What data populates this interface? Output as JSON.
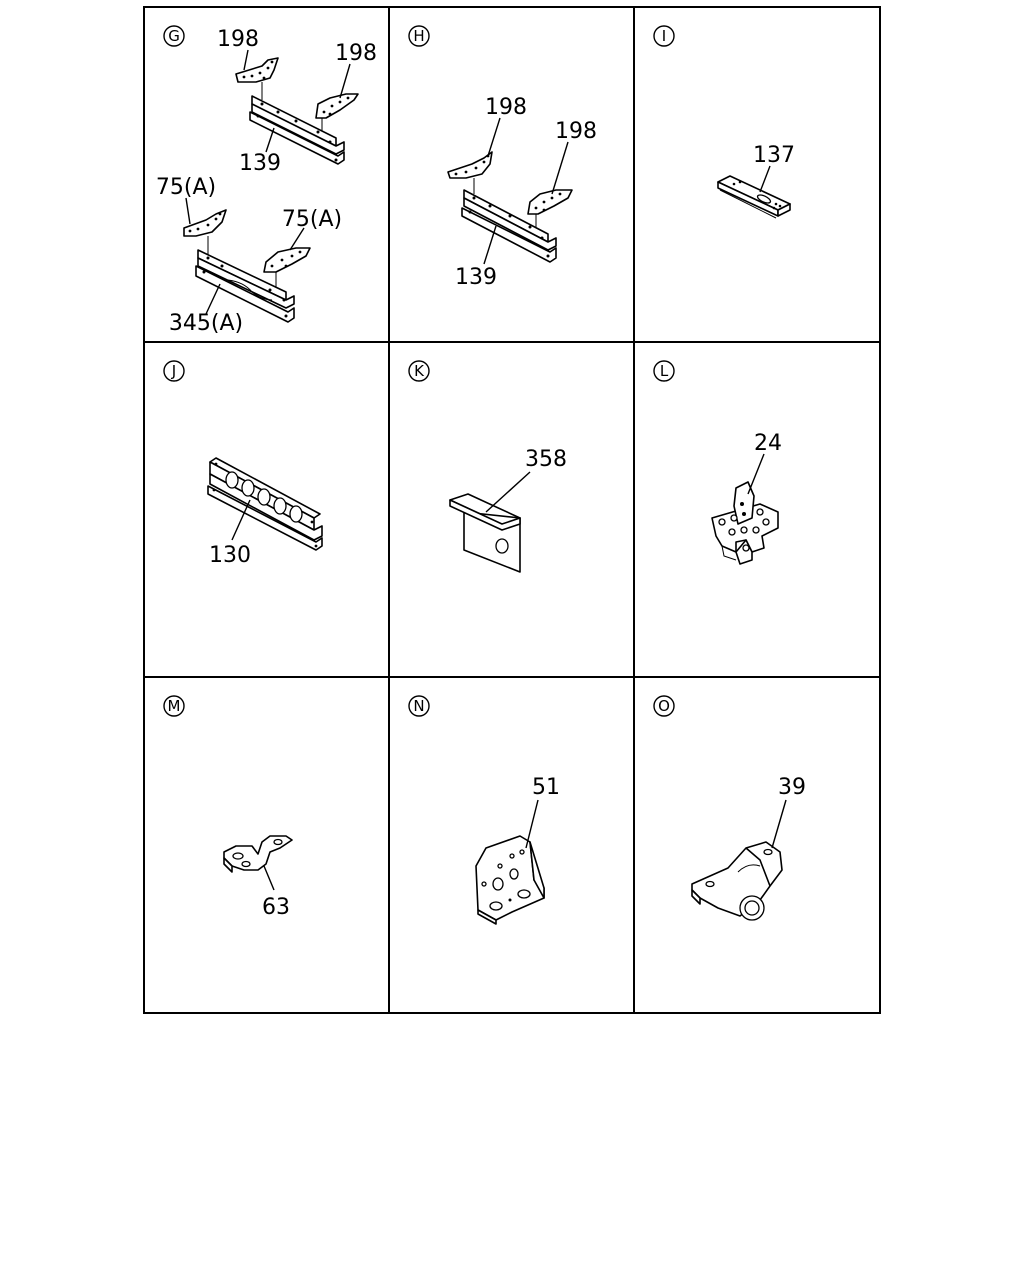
{
  "panels": [
    {
      "id": "G",
      "labels": [
        "198",
        "198",
        "139",
        "75(A)",
        "75(A)",
        "345(A)"
      ]
    },
    {
      "id": "H",
      "labels": [
        "198",
        "198",
        "139"
      ]
    },
    {
      "id": "I",
      "labels": [
        "137"
      ]
    },
    {
      "id": "J",
      "labels": [
        "130"
      ]
    },
    {
      "id": "K",
      "labels": [
        "358"
      ]
    },
    {
      "id": "L",
      "labels": [
        "24"
      ]
    },
    {
      "id": "M",
      "labels": [
        "63"
      ]
    },
    {
      "id": "N",
      "labels": [
        "51"
      ]
    },
    {
      "id": "O",
      "labels": [
        "39"
      ]
    }
  ]
}
